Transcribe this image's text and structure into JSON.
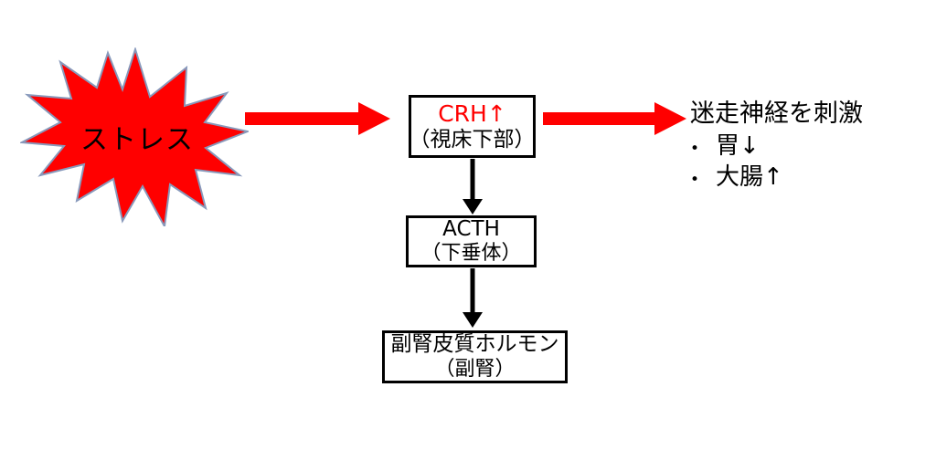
{
  "diagram": {
    "title_text": "ストレス",
    "colors": {
      "accent_red": "#FF0000",
      "text_black": "#000000",
      "background": "#FFFFFF",
      "burst_shadow": "#8899BB"
    },
    "stress_burst": {
      "label": "ストレス",
      "shape": "starburst"
    },
    "boxes": [
      {
        "id": "crh",
        "line1": "CRH↑",
        "line2": "（視床下部）",
        "line1_color": "#FF0000",
        "line2_color": "#000000"
      },
      {
        "id": "acth",
        "line1": "ACTH",
        "line2": "（下垂体）",
        "line1_color": "#000000",
        "line2_color": "#000000"
      },
      {
        "id": "adrenal",
        "line1": "副腎皮質ホルモン",
        "line2": "（副腎）",
        "line1_color": "#000000",
        "line2_color": "#000000"
      }
    ],
    "arrows": [
      {
        "id": "stress-to-crh",
        "style": "red-horizontal",
        "direction": "right"
      },
      {
        "id": "crh-to-vagus",
        "style": "red-horizontal",
        "direction": "right"
      },
      {
        "id": "crh-to-acth",
        "style": "black-vertical",
        "direction": "down"
      },
      {
        "id": "acth-to-adrenal",
        "style": "black-vertical",
        "direction": "down"
      }
    ],
    "vagus": {
      "heading": "迷走神経を刺激",
      "bullet_glyph": "•",
      "items": [
        {
          "label": "胃↓"
        },
        {
          "label": "大腸↑"
        }
      ]
    }
  }
}
